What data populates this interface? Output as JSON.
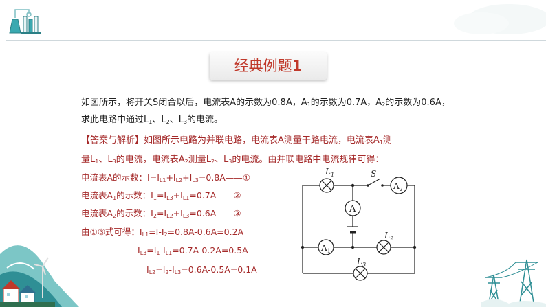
{
  "header": {
    "logo_icon": "lab-flask-logo-icon"
  },
  "title": {
    "prefix": "经典例题",
    "number": "1"
  },
  "question": {
    "line1_a": "如图所示，将开关S闭合以后，电流表A的示数为0.8A，A",
    "line1_a_sub": "1",
    "line1_b": "的示数为0.7A，A",
    "line1_b_sub": "2",
    "line1_c": "的示数为0.6A，",
    "line2_a": "求此电路中通过L",
    "line2_sub1": "1",
    "line2_sep1": "、L",
    "line2_sub2": "2",
    "line2_sep2": "、L",
    "line2_sub3": "3",
    "line2_end": "的电流。"
  },
  "answer": {
    "tag": "【答案与解析】",
    "line1_a": "如图所示电路为并联电路，电流表A测量干路电流，电流表A",
    "line1_sub": "1",
    "line1_b": "测",
    "line2_a": "量L",
    "line2_sub1": "1",
    "line2_sep": "、L",
    "line2_sub2": "3",
    "line2_b": "的电流，电流表A",
    "line2_sub3": "2",
    "line2_c": "测量L",
    "line2_sub4": "2",
    "line2_sep2": "、L",
    "line2_sub5": "3",
    "line2_d": "的电流。由并联电路中电流规律可得："
  },
  "calcs": {
    "c1": "电流表A的示数：I=I",
    "c1_s1": "L1",
    "c1_b": "+I",
    "c1_s2": "L2",
    "c1_c": "+I",
    "c1_s3": "L3",
    "c1_d": "=0.8A——①",
    "c2_a": "电流表A",
    "c2_s0": "1",
    "c2_b": "的示数：I",
    "c2_s1": "1",
    "c2_c": "=I",
    "c2_s2": "L3",
    "c2_d": "+I",
    "c2_s3": "L1",
    "c2_e": "=0.7A——②",
    "c3_a": "电流表A",
    "c3_s0": "2",
    "c3_b": "的示数：I",
    "c3_s1": "2",
    "c3_c": "=I",
    "c3_s2": "L2",
    "c3_d": "+I",
    "c3_s3": "L3",
    "c3_e": "=0.6A——③",
    "c4_a": "由①③式可得：I",
    "c4_s1": "L1",
    "c4_b": "=I-I",
    "c4_s2": "2",
    "c4_c": "=0.8A-0.6A=0.2A",
    "c5_a": "I",
    "c5_s1": "L3",
    "c5_b": "=I",
    "c5_s2": "1",
    "c5_c": "-I",
    "c5_s3": "L1",
    "c5_d": "=0.7A-0.2A=0.5A",
    "c6_a": "I",
    "c6_s1": "L2",
    "c6_b": "=I",
    "c6_s2": "2",
    "c6_c": "-I",
    "c6_s3": "L3",
    "c6_d": "=0.6A-0.5A=0.1A"
  },
  "circuit": {
    "lamp_L1": "L",
    "lamp_L1_sub": "1",
    "lamp_L2": "L",
    "lamp_L2_sub": "2",
    "lamp_L3": "L",
    "lamp_L3_sub": "3",
    "switch_label": "S",
    "meter_A": "A",
    "meter_A1": "A",
    "meter_A1_sub": "1",
    "meter_A2": "A",
    "meter_A2_sub": "2"
  },
  "colors": {
    "accent": "#c0392b",
    "answer_text": "#a52a2a",
    "body_text": "#222222"
  }
}
